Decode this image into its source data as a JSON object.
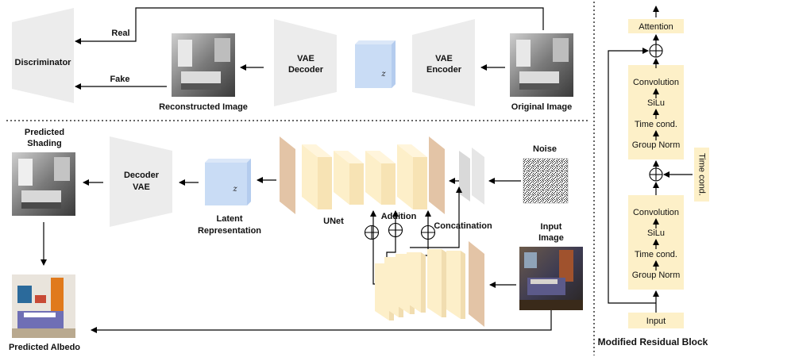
{
  "top": {
    "discriminator": "Discriminator",
    "real": "Real",
    "fake": "Fake",
    "reconstructed_image": "Reconstructed Image",
    "vae_decoder": [
      "VAE",
      "Decoder"
    ],
    "latent_z": "z",
    "vae_encoder": [
      "VAE",
      "Encoder"
    ],
    "original_image": "Original Image"
  },
  "bottom": {
    "predicted_shading": [
      "Predicted",
      "Shading"
    ],
    "decoder_vae": [
      "Decoder",
      "VAE"
    ],
    "latent_z": "z",
    "latent_representation": [
      "Latent",
      "Representation"
    ],
    "unet": "UNet",
    "addition": "Addition",
    "concatination": "Concatination",
    "noise": "Noise",
    "input_image": [
      "Input",
      "Image"
    ],
    "predicted_albedo": "Predicted Albedo"
  },
  "residual_block": {
    "title": "Modified Residual Block",
    "attention": "Attention",
    "upper_stack": [
      "Convolution",
      "SiLu",
      "Time cond.",
      "Group Norm"
    ],
    "lower_stack": [
      "Convolution",
      "SiLu",
      "Time cond.",
      "Group Norm"
    ],
    "time_cond_side": "Time cond.",
    "input": "Input"
  },
  "colors": {
    "vae_gray": "#ececec",
    "latent_blue": "#c9dcf5",
    "unet_cream": "#fdefc9",
    "unet_tan": "#e3c4a6",
    "block_cream": "#fdf0c8"
  }
}
